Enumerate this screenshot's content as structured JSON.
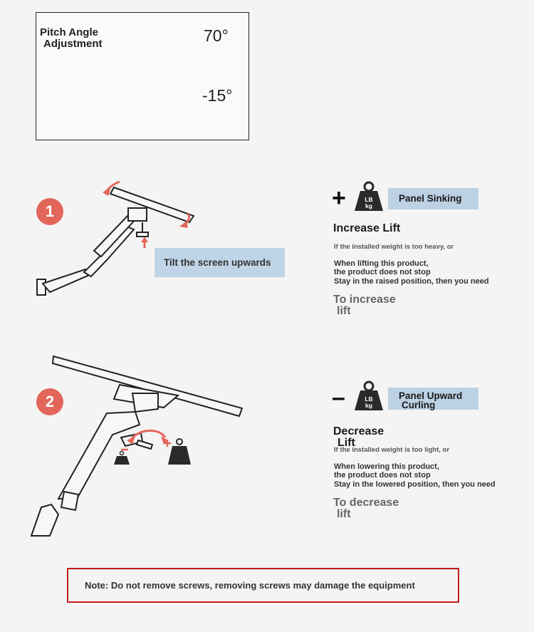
{
  "pitch": {
    "title_line1": "Pitch Angle",
    "title_line2": "Adjustment",
    "angle_max": "70°",
    "angle_min": "-15°"
  },
  "steps": [
    {
      "number": "1",
      "caption": "Tilt the screen upwards"
    },
    {
      "number": "2"
    }
  ],
  "weight_icon": {
    "line1": "LB",
    "line2": "kg"
  },
  "increase": {
    "sign": "+",
    "tag": "Panel Sinking",
    "heading": "Increase Lift",
    "condition": "If the installed weight is too heavy, or",
    "lines": [
      "When lifting this product,",
      " the product does not stop",
      "Stay in the raised position, then you need"
    ],
    "action_line1": "To increase",
    "action_line2": "lift"
  },
  "decrease": {
    "sign": "–",
    "tag_line1": "Panel Upward",
    "tag_line2": "Curling",
    "heading_line1": "Decrease",
    "heading_line2": "Lift",
    "condition": "If the installed weight is too light, or",
    "lines": [
      "When lowering this product,",
      " the product does not stop",
      "Stay in the lowered position, then you need"
    ],
    "action_line1": "To decrease",
    "action_line2": "lift"
  },
  "note": "Note: Do not remove screws, removing screws may damage the equipment",
  "colors": {
    "accent_red": "#e3665a",
    "label_blue": "#bfd4e6",
    "note_border": "#c01b1f",
    "weight_dark": "#2a2a2a"
  }
}
